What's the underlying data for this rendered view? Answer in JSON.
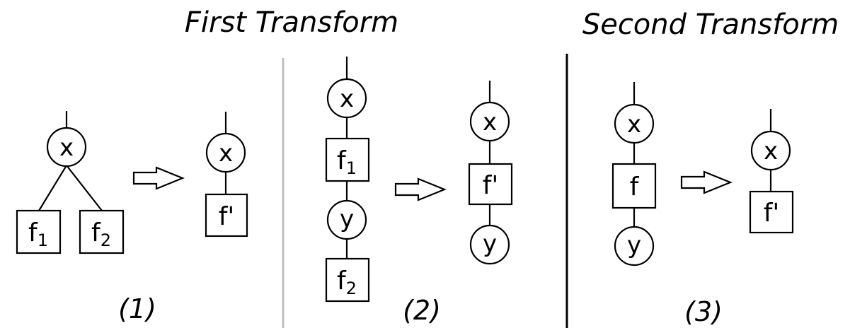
{
  "headers": {
    "first": "First Transform",
    "second": "Second Transform"
  },
  "panels": [
    {
      "caption": "(1)",
      "before": {
        "variable": "x",
        "factor1": {
          "label": "f",
          "sub": "1"
        },
        "factor2": {
          "label": "f",
          "sub": "2"
        }
      },
      "after": {
        "variable": "x",
        "factor": "f'"
      }
    },
    {
      "caption": "(2)",
      "before": {
        "variable1": "x",
        "factor1": {
          "label": "f",
          "sub": "1"
        },
        "variable2": "y",
        "factor2": {
          "label": "f",
          "sub": "2"
        }
      },
      "after": {
        "variable1": "x",
        "factor": "f'",
        "variable2": "y"
      }
    },
    {
      "caption": "(3)",
      "before": {
        "variable1": "x",
        "factor": "f",
        "variable2": "y"
      },
      "after": {
        "variable": "x",
        "factor": "f'"
      }
    }
  ],
  "colors": {
    "ink": "#000000",
    "divider_light": "#bfbfbf",
    "divider_dark": "#000000"
  },
  "icons": {
    "transform_arrow": "right-hollow-arrow-icon"
  }
}
